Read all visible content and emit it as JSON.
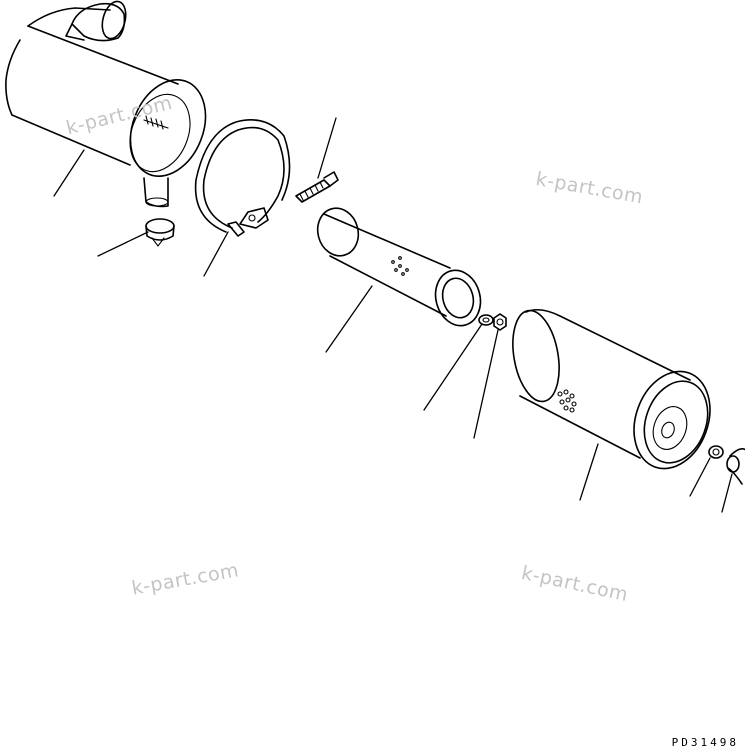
{
  "diagram": {
    "drawing_code": "PD31498",
    "watermarks": [
      "k-part.com",
      "k-part.com",
      "k-part.com",
      "k-part.com"
    ],
    "line_color": "#000000",
    "watermark_color": "#c4c4c4",
    "parts": [
      {
        "name": "air-cleaner-body",
        "kind": "housing cylinder with inlet elbow and outlet tube"
      },
      {
        "name": "dust-valve-ring",
        "kind": "small ring"
      },
      {
        "name": "mounting-band",
        "kind": "strap clamp"
      },
      {
        "name": "band-bolt",
        "kind": "threaded bolt"
      },
      {
        "name": "inner-element",
        "kind": "perforated safety filter"
      },
      {
        "name": "washer",
        "kind": "flat washer"
      },
      {
        "name": "nut",
        "kind": "hex nut"
      },
      {
        "name": "outer-element",
        "kind": "primary filter with end cap"
      },
      {
        "name": "seal-washer",
        "kind": "small washer"
      },
      {
        "name": "wing-nut",
        "kind": "wing nut"
      }
    ]
  }
}
